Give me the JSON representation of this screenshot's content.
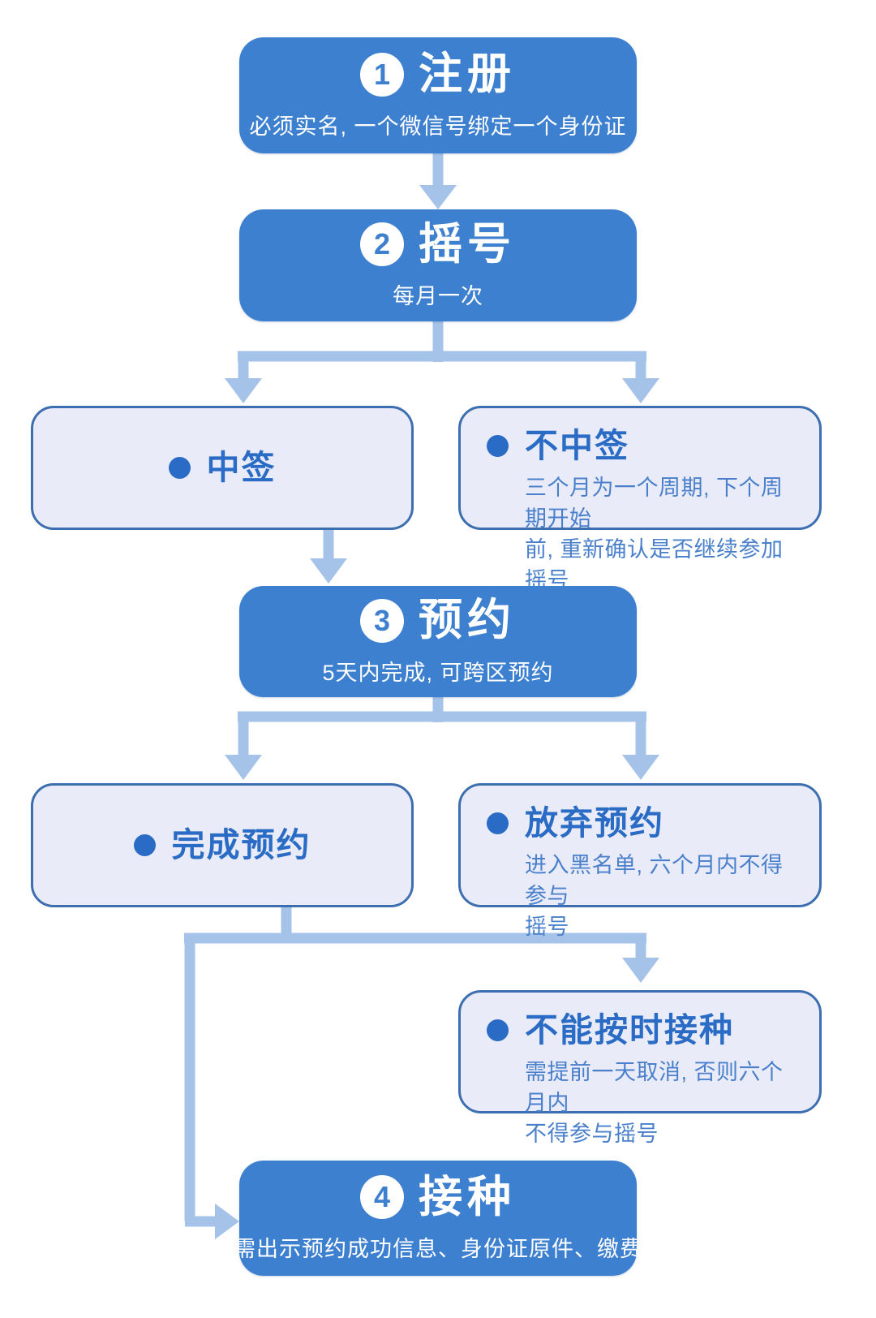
{
  "diagram_type": "flowchart",
  "language": "zh-CN",
  "colors": {
    "primary": "#3e80d0",
    "connector": "#a5c3e8",
    "light_fill": "#e9ecf8",
    "light_border": "#3d6fb0",
    "title_text": "#2a6cc5",
    "subtitle_text": "#4a80cb",
    "background": "#ffffff"
  },
  "nodes": {
    "register": {
      "badge": "1",
      "title": "注册",
      "subtitle": "必须实名, 一个微信号绑定一个身份证"
    },
    "lottery": {
      "badge": "2",
      "title": "摇号",
      "subtitle": "每月一次"
    },
    "win": {
      "title": "中签"
    },
    "lose": {
      "title": "不中签",
      "subtitle": "三个月为一个周期, 下个周期开始\n前, 重新确认是否继续参加摇号"
    },
    "reserve": {
      "badge": "3",
      "title": "预约",
      "subtitle": "5天内完成, 可跨区预约"
    },
    "complete": {
      "title": "完成预约"
    },
    "abandon": {
      "title": "放弃预约",
      "subtitle": "进入黑名单, 六个月内不得参与\n摇号"
    },
    "miss": {
      "title": "不能按时接种",
      "subtitle": "需提前一天取消, 否则六个月内\n不得参与摇号"
    },
    "vaccinate": {
      "badge": "4",
      "title": "接种",
      "subtitle": "需出示预约成功信息、身份证原件、缴费"
    }
  },
  "edges": [
    {
      "from": "register",
      "to": "lottery"
    },
    {
      "from": "lottery",
      "to": "win"
    },
    {
      "from": "lottery",
      "to": "lose"
    },
    {
      "from": "win",
      "to": "reserve"
    },
    {
      "from": "reserve",
      "to": "complete"
    },
    {
      "from": "reserve",
      "to": "abandon"
    },
    {
      "from": "complete",
      "to": "miss"
    },
    {
      "from": "complete",
      "to": "vaccinate"
    }
  ]
}
